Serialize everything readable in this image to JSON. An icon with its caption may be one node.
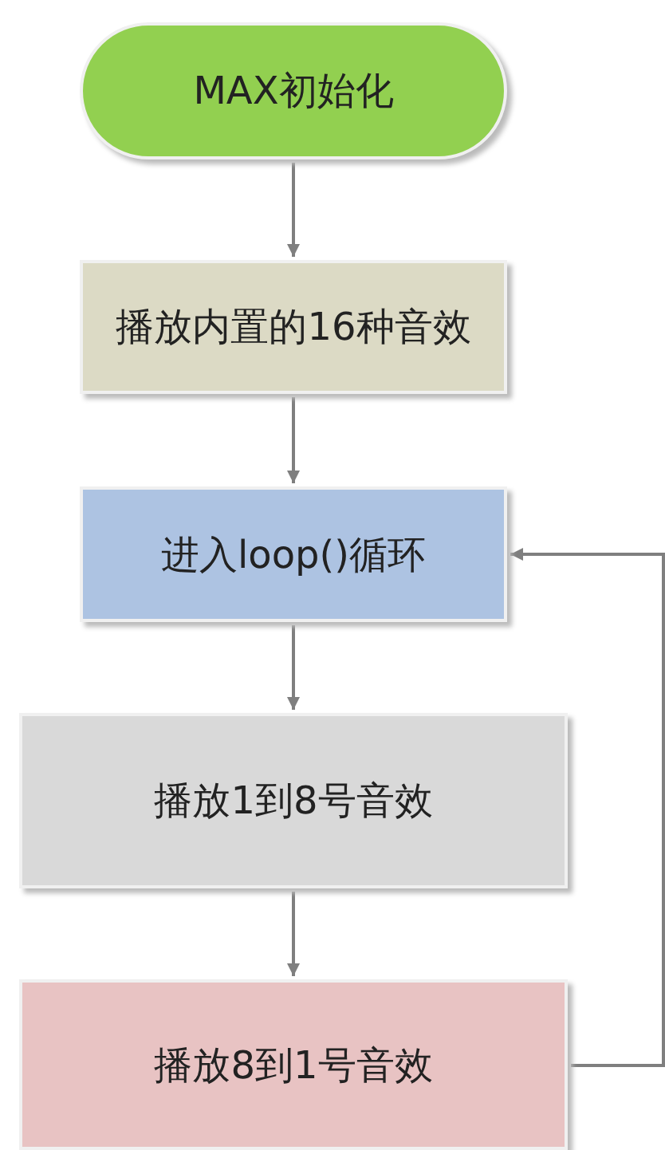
{
  "diagram": {
    "nodes": [
      {
        "text": [
          "MAX初始化"
        ]
      },
      {
        "text": [
          "播放内置的16种音效"
        ]
      },
      {
        "text": [
          "进入loop()循环"
        ]
      },
      {
        "text": [
          "播放1到8号音效"
        ]
      },
      {
        "text": [
          "播放8到1号音效"
        ]
      }
    ],
    "edges": [
      {
        "from": 0,
        "to": 1,
        "arrow": "to"
      },
      {
        "from": 1,
        "to": 2,
        "arrow": "to"
      },
      {
        "from": 2,
        "to": 3,
        "arrow": "to"
      },
      {
        "from": 3,
        "to": 4,
        "arrow": "to"
      },
      {
        "from": 4,
        "to": 2,
        "arrow": "to"
      }
    ]
  }
}
